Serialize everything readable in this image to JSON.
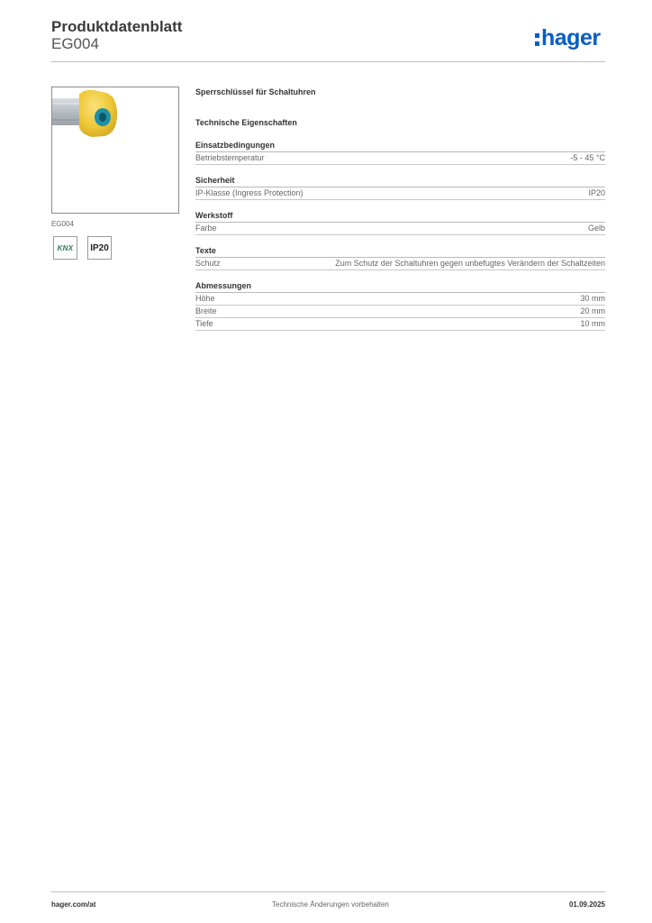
{
  "header": {
    "title": "Produktdatenblatt",
    "code": "EG004",
    "logo_text": "hager"
  },
  "image": {
    "caption": "EG004"
  },
  "badges": {
    "knx": "KNX",
    "ip": "IP20"
  },
  "product": {
    "name": "Sperrschlüssel für Schaltuhren",
    "tech_heading": "Technische Eigenschaften"
  },
  "sections": [
    {
      "title": "Einsatzbedingungen",
      "rows": [
        {
          "label": "Betriebstemperatur",
          "value": "-5 - 45 °C"
        }
      ]
    },
    {
      "title": "Sicherheit",
      "rows": [
        {
          "label": "IP-Klasse (Ingress Protection)",
          "value": "IP20"
        }
      ]
    },
    {
      "title": "Werkstoff",
      "rows": [
        {
          "label": "Farbe",
          "value": "Gelb"
        }
      ]
    },
    {
      "title": "Texte",
      "rows": [
        {
          "label": "Schutz",
          "value": "Zum Schutz der Schaltuhren gegen unbefugtes Verändern der Schaltzeiten"
        }
      ]
    },
    {
      "title": "Abmessungen",
      "rows": [
        {
          "label": "Höhe",
          "value": "30 mm"
        },
        {
          "label": "Breite",
          "value": "20 mm"
        },
        {
          "label": "Tiefe",
          "value": "10 mm"
        }
      ]
    }
  ],
  "footer": {
    "website": "hager.com/at",
    "notice": "Technische Änderungen vorbehalten",
    "date": "01.09.2025"
  },
  "colors": {
    "brand": "#0a5dc2",
    "product_yellow": "#f2cf3a",
    "product_teal": "#1f8fa6"
  }
}
